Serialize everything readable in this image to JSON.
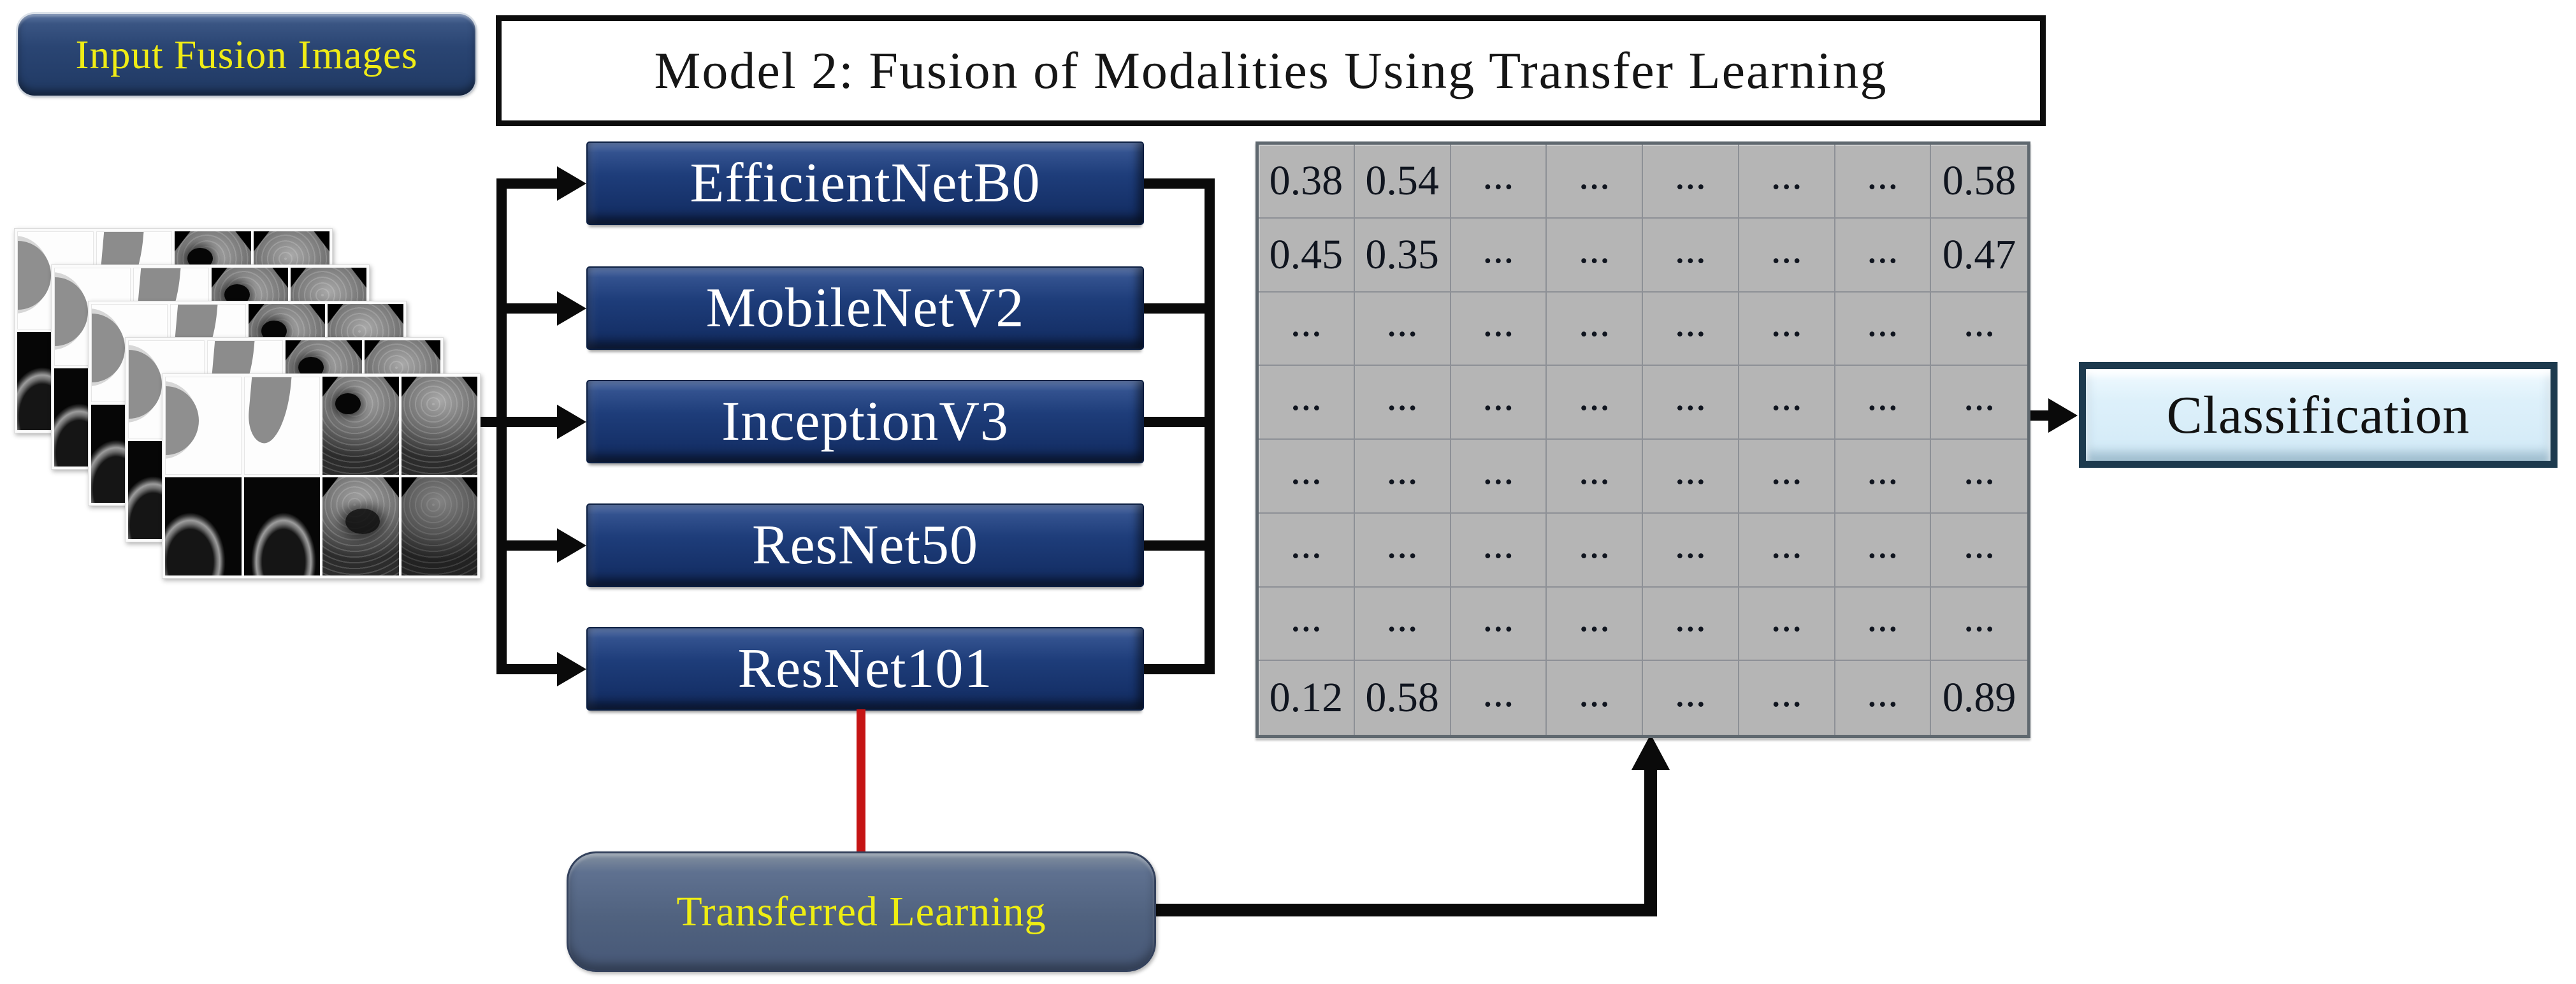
{
  "labels": {
    "input": "Input Fusion Images",
    "title": "Model 2: Fusion of Modalities Using Transfer Learning",
    "classification": "Classification",
    "transfer": "Transferred Learning"
  },
  "models": [
    "EfficientNetB0",
    "MobileNetV2",
    "InceptionV3",
    "ResNet50",
    "ResNet101"
  ],
  "matrix": {
    "rows": [
      [
        "0.38",
        "0.54",
        "...",
        "...",
        "...",
        "...",
        "...",
        "0.58"
      ],
      [
        "0.45",
        "0.35",
        "...",
        "...",
        "...",
        "...",
        "...",
        "0.47"
      ],
      [
        "...",
        "...",
        "...",
        "...",
        "...",
        "...",
        "...",
        "..."
      ],
      [
        "...",
        "...",
        "...",
        "...",
        "...",
        "...",
        "...",
        "..."
      ],
      [
        "...",
        "...",
        "...",
        "...",
        "...",
        "...",
        "...",
        "..."
      ],
      [
        "...",
        "...",
        "...",
        "...",
        "...",
        "...",
        "...",
        "..."
      ],
      [
        "...",
        "...",
        "...",
        "...",
        "...",
        "...",
        "...",
        "..."
      ],
      [
        "0.12",
        "0.58",
        "...",
        "...",
        "...",
        "...",
        "...",
        "0.89"
      ]
    ]
  },
  "image_stack": {
    "cards": 5
  },
  "colors": {
    "model_box_navy": "#1e3d7a",
    "input_badge_navy": "#2a4573",
    "label_yellow": "#f0ec15",
    "matrix_bg": "#b5b5b5",
    "classification_fill": "#d8eef9",
    "classification_border": "#1d3a4e",
    "transfer_box_slate": "#50627f",
    "line_black": "#0a0a0a",
    "transfer_link_red": "#c51414"
  }
}
